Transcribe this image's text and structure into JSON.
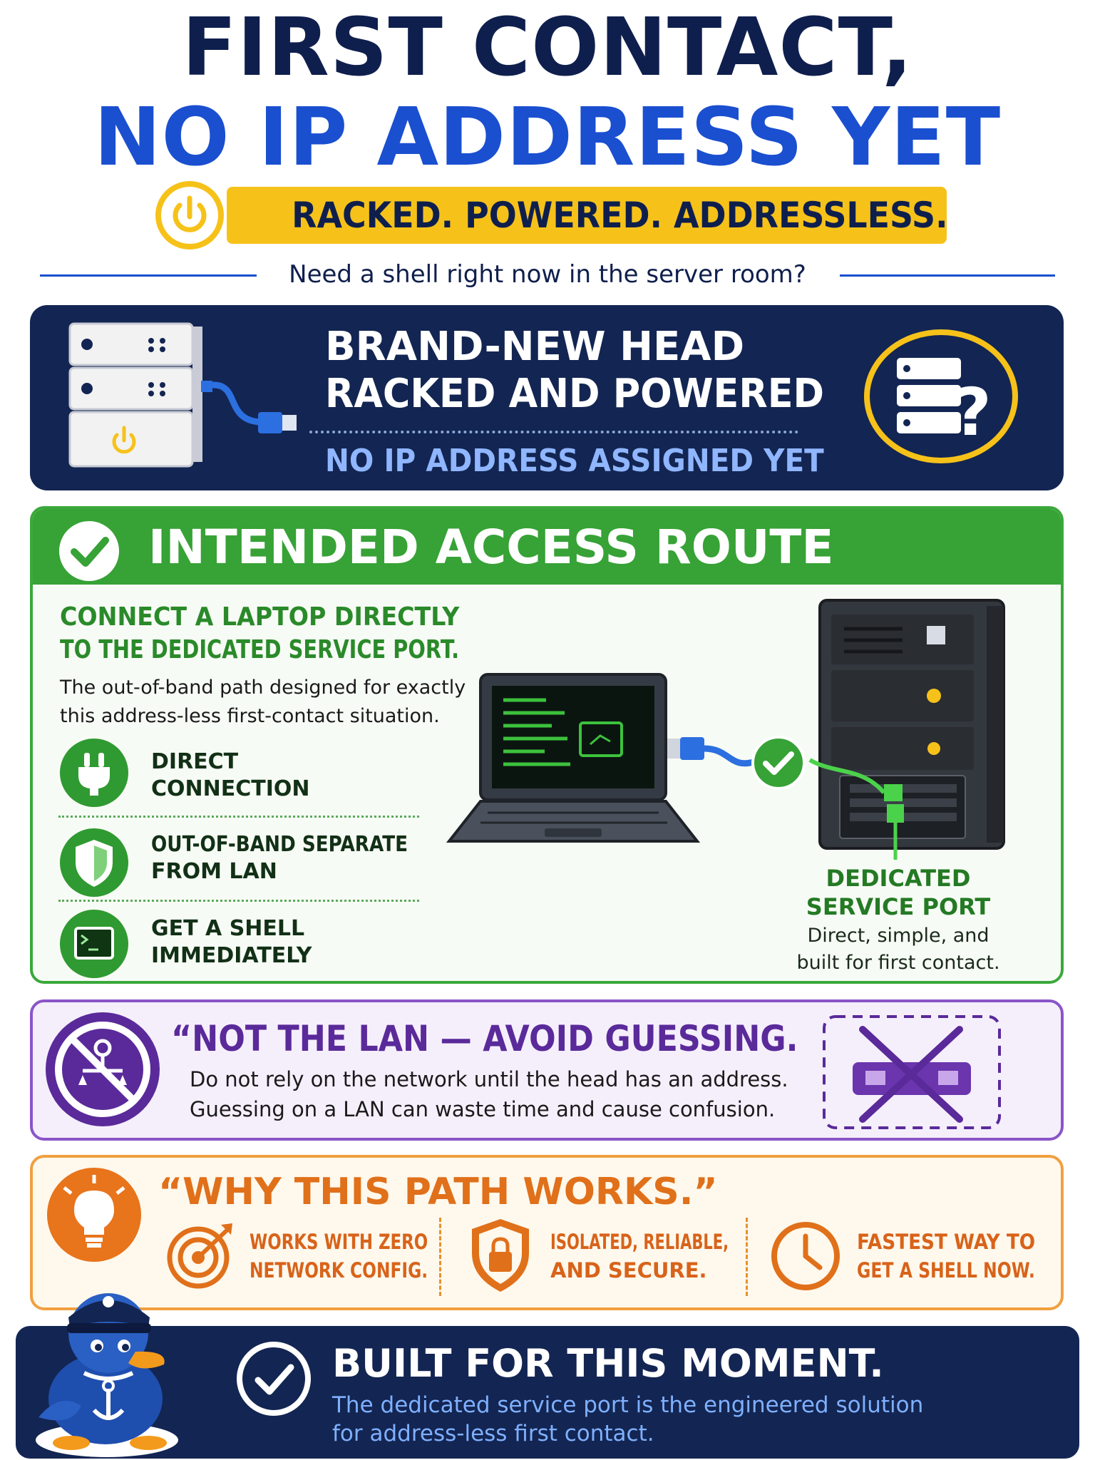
{
  "title": {
    "line1": "FIRST CONTACT,",
    "line2": "NO IP ADDRESS YET",
    "banner": "RACKED. POWERED. ADDRESSLESS.",
    "subline": "Need a shell right now in the server room?"
  },
  "head_card": {
    "heading_line1": "BRAND-NEW HEAD",
    "heading_line2": "RACKED AND POWERED",
    "subheading": "NO IP ADDRESS ASSIGNED YET"
  },
  "intended": {
    "title": "INTENDED ACCESS ROUTE",
    "heading_line1": "CONNECT A LAPTOP DIRECTLY",
    "heading_line2": "TO THE DEDICATED SERVICE PORT.",
    "body_line1": "The out-of-band path designed for exactly",
    "body_line2": "this address-less first-contact situation.",
    "items": [
      {
        "line1": "DIRECT",
        "line2": "CONNECTION"
      },
      {
        "line1": "OUT-OF-BAND SEPARATE",
        "line2": "FROM LAN"
      },
      {
        "line1": "GET A SHELL",
        "line2": "IMMEDIATELY"
      }
    ],
    "port_label_line1": "DEDICATED",
    "port_label_line2": "SERVICE PORT",
    "port_desc_line1": "Direct, simple, and",
    "port_desc_line2": "built for first contact."
  },
  "avoid": {
    "heading": "“NOT THE LAN — AVOID GUESSING.",
    "body_line1": "Do not rely on the network until the head has an address.",
    "body_line2": "Guessing on a LAN can waste time and cause confusion."
  },
  "why": {
    "heading": "“WHY THIS PATH WORKS.”",
    "items": [
      {
        "line1": "WORKS WITH ZERO",
        "line2": "NETWORK CONFIG."
      },
      {
        "line1": "ISOLATED, RELIABLE,",
        "line2": "AND SECURE."
      },
      {
        "line1": "FASTEST WAY TO",
        "line2": "GET A SHELL NOW."
      }
    ]
  },
  "built": {
    "heading": "BUILT FOR THIS MOMENT.",
    "body_line1": "The dedicated service port is the engineered solution",
    "body_line2": "for address-less first contact."
  },
  "colors": {
    "navy": "#132552",
    "blue": "#1a4fd0",
    "yellow": "#f6c21a",
    "green": "#37a236",
    "purple": "#5a2a9a",
    "orange": "#e0701a"
  },
  "icons": [
    "power-icon",
    "server-icon",
    "ethernet-plug-icon",
    "server-question-icon",
    "check-icon",
    "plug-icon",
    "shield-icon",
    "terminal-icon",
    "laptop-icon",
    "server-tower-icon",
    "no-network-icon",
    "crossed-cable-icon",
    "lightbulb-icon",
    "target-icon",
    "padlock-shield-icon",
    "clock-icon",
    "duck-mascot-icon",
    "check-circle-icon"
  ]
}
